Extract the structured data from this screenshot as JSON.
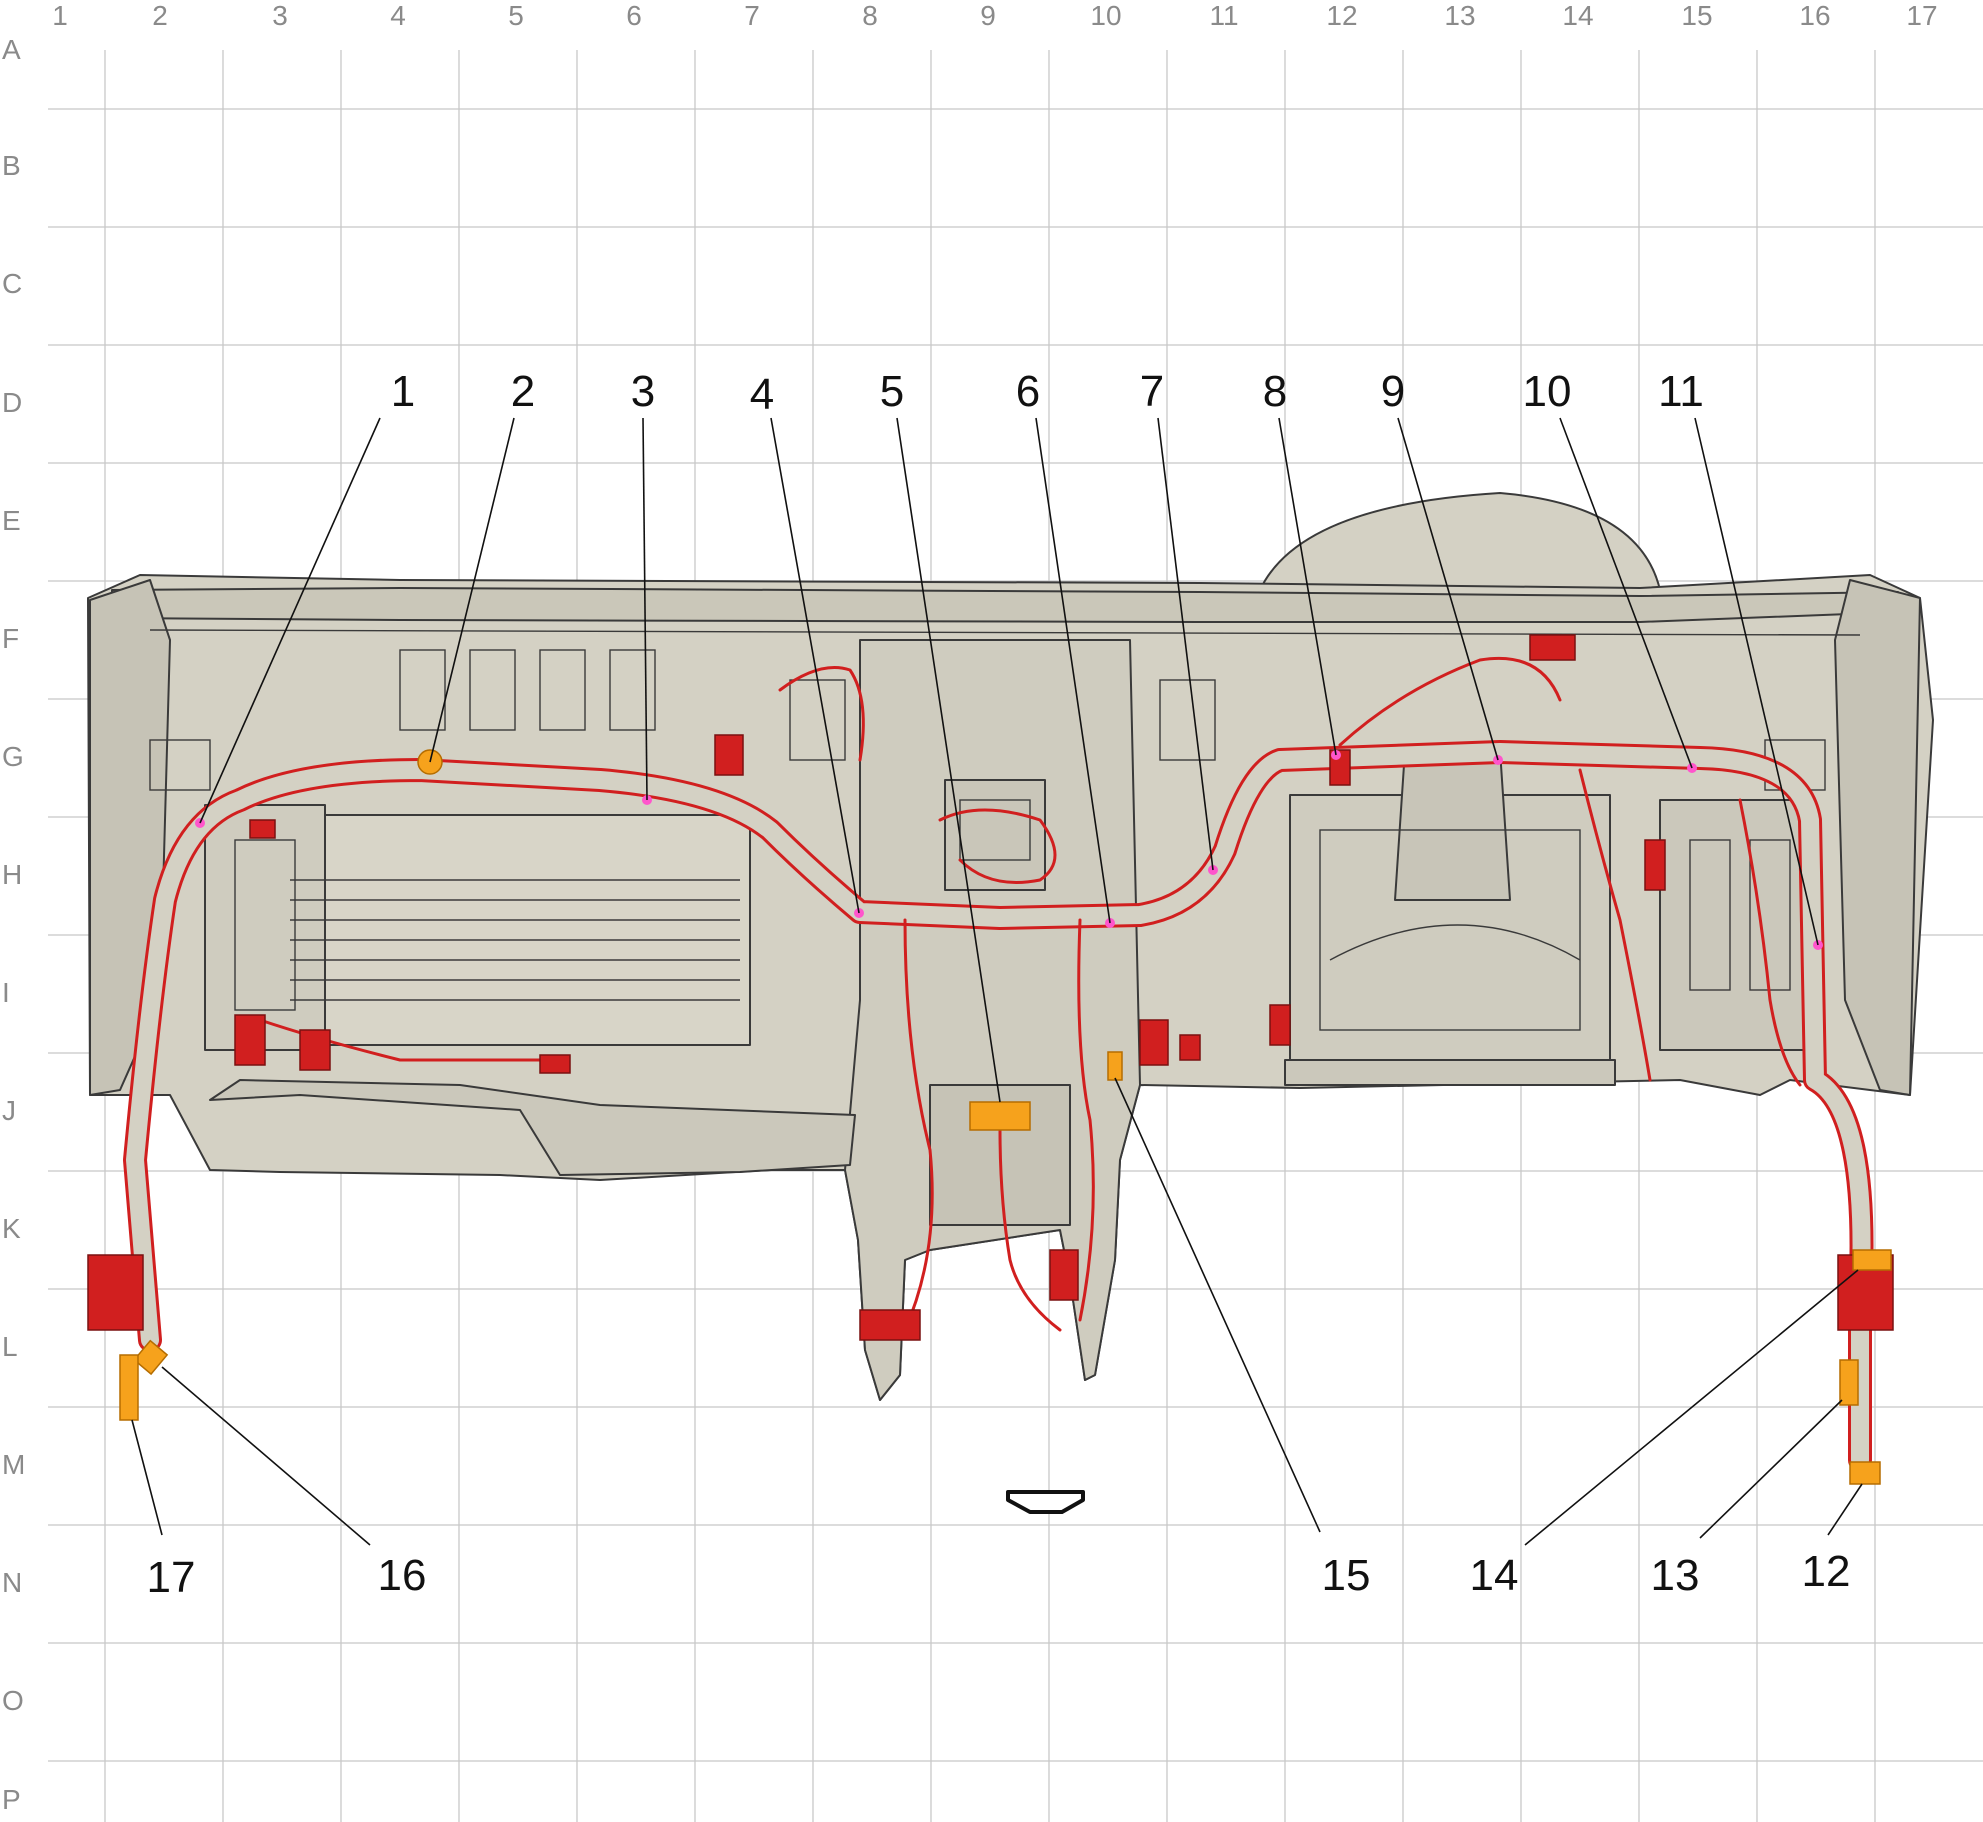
{
  "grid": {
    "columns": [
      "1",
      "2",
      "3",
      "4",
      "5",
      "6",
      "7",
      "8",
      "9",
      "10",
      "11",
      "12",
      "13",
      "14",
      "15",
      "16",
      "17"
    ],
    "rows": [
      "A",
      "B",
      "C",
      "D",
      "E",
      "F",
      "G",
      "H",
      "I",
      "J",
      "K",
      "L",
      "M",
      "N",
      "O",
      "P"
    ]
  },
  "callouts": [
    "1",
    "2",
    "3",
    "4",
    "5",
    "6",
    "7",
    "8",
    "9",
    "10",
    "11",
    "12",
    "13",
    "14",
    "15",
    "16",
    "17"
  ],
  "colors": {
    "harness": "#d11f1f",
    "connector_orange": "#f6a21c",
    "location_dot": "#ff55cc",
    "body_fill": "#d4d1c4",
    "outline": "#3a3a3a",
    "grid_line": "#c8c8c8"
  },
  "icons": {
    "front_indicator": "arrow-down-icon"
  }
}
